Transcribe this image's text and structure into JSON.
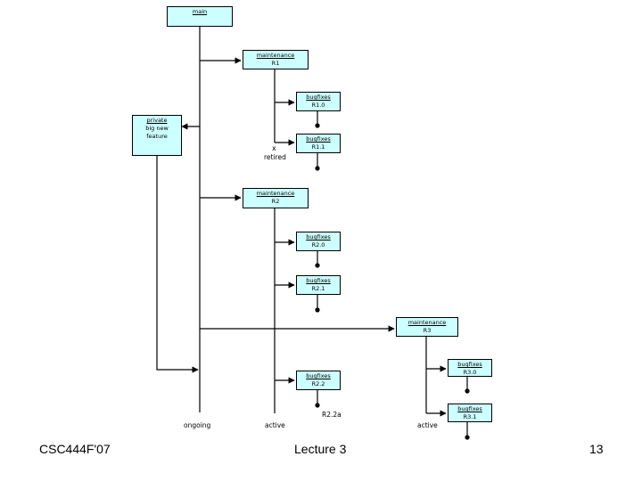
{
  "boxes": {
    "main": {
      "title": "main",
      "sub": ""
    },
    "m_r1": {
      "title": "maintenance",
      "sub": "R1"
    },
    "bf_r10": {
      "title": "bugfixes",
      "sub": "R1.0"
    },
    "private": {
      "title": "private",
      "line2": "big new",
      "line3": "feature"
    },
    "bf_r11": {
      "title": "bugfixes",
      "sub": "R1.1"
    },
    "m_r2": {
      "title": "maintenance",
      "sub": "R2"
    },
    "bf_r20": {
      "title": "bugfixes",
      "sub": "R2.0"
    },
    "bf_r21": {
      "title": "bugfixes",
      "sub": "R2.1"
    },
    "m_r3": {
      "title": "maintenance",
      "sub": "R3"
    },
    "bf_r30": {
      "title": "bugfixes",
      "sub": "R3.0"
    },
    "bf_r22": {
      "title": "bugfixes",
      "sub": "R2.2"
    },
    "bf_r31": {
      "title": "bugfixes",
      "sub": "R3.1"
    }
  },
  "labels": {
    "retired": "retired",
    "ongoing": "ongoing",
    "active1": "active",
    "r22a": "R2.2a",
    "active2": "active"
  },
  "footer": {
    "left": "CSC444F'07",
    "center": "Lecture 3",
    "page": "13"
  }
}
